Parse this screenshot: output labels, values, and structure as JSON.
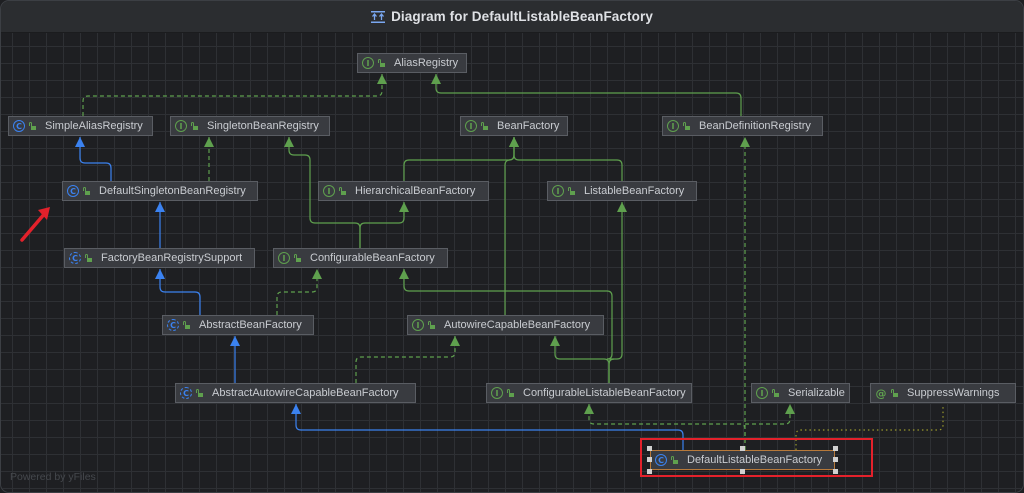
{
  "window": {
    "title": "Diagram for DefaultListableBeanFactory",
    "title_icon": "hierarchy-diagram-icon",
    "watermark": "Powered by yFiles"
  },
  "colors": {
    "interface": "#5fa04e",
    "class": "#3b82f0",
    "annotation_edge": "#9a9a2c",
    "highlight": "#e3212b",
    "selected_border": "#b7793a"
  },
  "nodes": [
    {
      "id": "AliasRegistry",
      "label": "AliasRegistry",
      "kind": "interface",
      "glyph": "I"
    },
    {
      "id": "SimpleAliasRegistry",
      "label": "SimpleAliasRegistry",
      "kind": "class",
      "glyph": "C"
    },
    {
      "id": "SingletonBeanRegistry",
      "label": "SingletonBeanRegistry",
      "kind": "interface",
      "glyph": "I"
    },
    {
      "id": "BeanFactory",
      "label": "BeanFactory",
      "kind": "interface",
      "glyph": "I"
    },
    {
      "id": "BeanDefinitionRegistry",
      "label": "BeanDefinitionRegistry",
      "kind": "interface",
      "glyph": "I"
    },
    {
      "id": "DefaultSingletonBeanRegistry",
      "label": "DefaultSingletonBeanRegistry",
      "kind": "class",
      "glyph": "C"
    },
    {
      "id": "HierarchicalBeanFactory",
      "label": "HierarchicalBeanFactory",
      "kind": "interface",
      "glyph": "I"
    },
    {
      "id": "ListableBeanFactory",
      "label": "ListableBeanFactory",
      "kind": "interface",
      "glyph": "I"
    },
    {
      "id": "FactoryBeanRegistrySupport",
      "label": "FactoryBeanRegistrySupport",
      "kind": "abstract",
      "glyph": "C"
    },
    {
      "id": "ConfigurableBeanFactory",
      "label": "ConfigurableBeanFactory",
      "kind": "interface",
      "glyph": "I"
    },
    {
      "id": "AbstractBeanFactory",
      "label": "AbstractBeanFactory",
      "kind": "abstract",
      "glyph": "C"
    },
    {
      "id": "AutowireCapableBeanFactory",
      "label": "AutowireCapableBeanFactory",
      "kind": "interface",
      "glyph": "I"
    },
    {
      "id": "AbstractAutowireCapableBeanFactory",
      "label": "AbstractAutowireCapableBeanFactory",
      "kind": "abstract",
      "glyph": "C"
    },
    {
      "id": "ConfigurableListableBeanFactory",
      "label": "ConfigurableListableBeanFactory",
      "kind": "interface",
      "glyph": "I"
    },
    {
      "id": "Serializable",
      "label": "Serializable",
      "kind": "interface",
      "glyph": "I"
    },
    {
      "id": "SuppressWarnings",
      "label": "SuppressWarnings",
      "kind": "annotation",
      "glyph": "@"
    },
    {
      "id": "DefaultListableBeanFactory",
      "label": "DefaultListableBeanFactory",
      "kind": "class",
      "glyph": "C",
      "selected": true
    }
  ],
  "edges": [
    {
      "from": "SimpleAliasRegistry",
      "to": "AliasRegistry",
      "type": "implements"
    },
    {
      "from": "BeanDefinitionRegistry",
      "to": "AliasRegistry",
      "type": "extends-interface"
    },
    {
      "from": "DefaultSingletonBeanRegistry",
      "to": "SimpleAliasRegistry",
      "type": "extends-class"
    },
    {
      "from": "DefaultSingletonBeanRegistry",
      "to": "SingletonBeanRegistry",
      "type": "implements"
    },
    {
      "from": "HierarchicalBeanFactory",
      "to": "BeanFactory",
      "type": "extends-interface"
    },
    {
      "from": "ListableBeanFactory",
      "to": "BeanFactory",
      "type": "extends-interface"
    },
    {
      "from": "AutowireCapableBeanFactory",
      "to": "BeanFactory",
      "type": "extends-interface"
    },
    {
      "from": "FactoryBeanRegistrySupport",
      "to": "DefaultSingletonBeanRegistry",
      "type": "extends-class"
    },
    {
      "from": "ConfigurableBeanFactory",
      "to": "HierarchicalBeanFactory",
      "type": "extends-interface"
    },
    {
      "from": "ConfigurableBeanFactory",
      "to": "SingletonBeanRegistry",
      "type": "extends-interface"
    },
    {
      "from": "AbstractBeanFactory",
      "to": "FactoryBeanRegistrySupport",
      "type": "extends-class"
    },
    {
      "from": "AbstractBeanFactory",
      "to": "ConfigurableBeanFactory",
      "type": "implements"
    },
    {
      "from": "AbstractAutowireCapableBeanFactory",
      "to": "AbstractBeanFactory",
      "type": "extends-class"
    },
    {
      "from": "AbstractAutowireCapableBeanFactory",
      "to": "AutowireCapableBeanFactory",
      "type": "implements"
    },
    {
      "from": "ConfigurableListableBeanFactory",
      "to": "ListableBeanFactory",
      "type": "extends-interface"
    },
    {
      "from": "ConfigurableListableBeanFactory",
      "to": "AutowireCapableBeanFactory",
      "type": "extends-interface"
    },
    {
      "from": "ConfigurableListableBeanFactory",
      "to": "ConfigurableBeanFactory",
      "type": "extends-interface"
    },
    {
      "from": "DefaultListableBeanFactory",
      "to": "AbstractAutowireCapableBeanFactory",
      "type": "extends-class"
    },
    {
      "from": "DefaultListableBeanFactory",
      "to": "ConfigurableListableBeanFactory",
      "type": "implements"
    },
    {
      "from": "DefaultListableBeanFactory",
      "to": "BeanDefinitionRegistry",
      "type": "implements"
    },
    {
      "from": "DefaultListableBeanFactory",
      "to": "Serializable",
      "type": "implements"
    },
    {
      "from": "DefaultListableBeanFactory",
      "to": "SuppressWarnings",
      "type": "annotated"
    }
  ]
}
